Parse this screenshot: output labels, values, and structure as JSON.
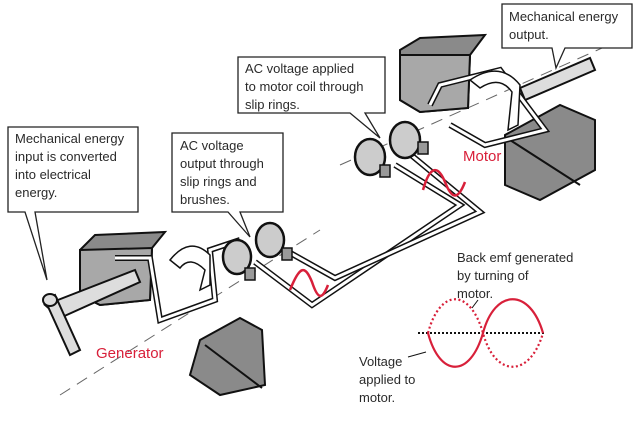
{
  "callouts": {
    "mech_input": [
      "Mechanical energy",
      "input is converted",
      "into electrical",
      "energy."
    ],
    "ac_output": [
      "AC voltage",
      "output through",
      "slip rings and",
      "brushes."
    ],
    "ac_applied": [
      "AC voltage applied",
      "to motor coil through",
      "slip rings."
    ],
    "mech_output": [
      "Mechanical energy",
      "output."
    ]
  },
  "labels": {
    "generator": "Generator",
    "motor": "Motor",
    "back_emf": [
      "Back emf generated",
      "by turning of",
      "motor."
    ],
    "voltage_applied": [
      "Voltage",
      "applied to",
      "motor."
    ]
  },
  "colors": {
    "accent": "#d8203a",
    "magnet": "#8a8a8a"
  }
}
